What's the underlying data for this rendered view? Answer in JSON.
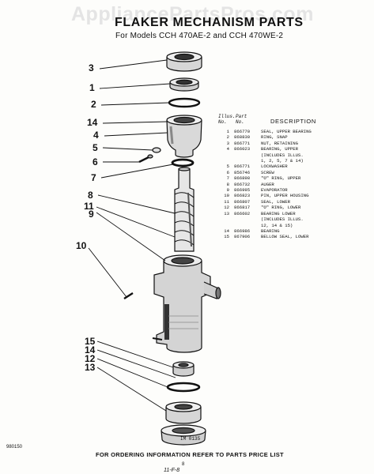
{
  "watermark": "AppliancePartsPros.com",
  "title": "FLAKER MECHANISM PARTS",
  "subtitle": "For Models CCH 470AE-2 and CCH 470WE-2",
  "callouts": [
    "3",
    "1",
    "2",
    "14",
    "4",
    "5",
    "6",
    "7",
    "8",
    "11",
    "9",
    "10",
    "15",
    "14",
    "12",
    "13"
  ],
  "table": {
    "header_illus": "Illus. No.",
    "header_part": "Part No.",
    "header_desc": "DESCRIPTION",
    "rows": [
      {
        "no": "1",
        "part": "866770",
        "desc": "SEAL, UPPER BEARING"
      },
      {
        "no": "2",
        "part": "868830",
        "desc": "RING, SNAP"
      },
      {
        "no": "3",
        "part": "866771",
        "desc": "NUT, RETAINING"
      },
      {
        "no": "4",
        "part": "866023",
        "desc": "BEARING, UPPER",
        "cont": [
          "(INCLUDES ILLUS.",
          "1, 2, 5, 7 & 14)"
        ]
      },
      {
        "no": "5",
        "part": "866771",
        "desc": "LOCKWASHER"
      },
      {
        "no": "6",
        "part": "856746",
        "desc": "SCREW"
      },
      {
        "no": "7",
        "part": "866898",
        "desc": "\"O\" RING, UPPER"
      },
      {
        "no": "8",
        "part": "866732",
        "desc": "AUGER"
      },
      {
        "no": "9",
        "part": "866995",
        "desc": "EVAPORATOR"
      },
      {
        "no": "10",
        "part": "866823",
        "desc": "PIN, UPPER HOUSING"
      },
      {
        "no": "11",
        "part": "866807",
        "desc": "SEAL, LOWER"
      },
      {
        "no": "12",
        "part": "866817",
        "desc": "\"O\" RING, LOWER"
      },
      {
        "no": "13",
        "part": "866602",
        "desc": "BEARING LOWER",
        "cont": [
          "(INCLUDES ILLUS.",
          "12, 14 & 15)"
        ]
      },
      {
        "no": "14",
        "part": "866986",
        "desc": "BEARING"
      },
      {
        "no": "15",
        "part": "867906",
        "desc": "BELLOW SEAL, LOWER"
      }
    ]
  },
  "footer": "FOR ORDERING INFORMATION REFER TO PARTS PRICE LIST",
  "doc_code": "980150",
  "drawing_code": "IM 0135",
  "page_number": "8",
  "signature": "11-F-8"
}
